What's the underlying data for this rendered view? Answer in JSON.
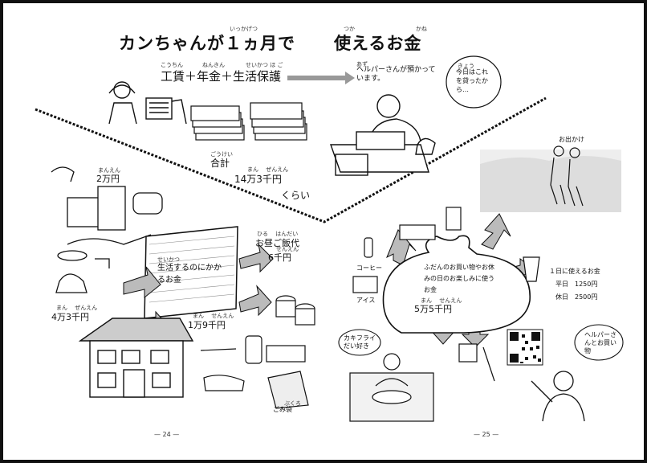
{
  "title": {
    "main": "カンちゃんが１ヵ月で",
    "accent": "使えるお金",
    "ruby_month": "いっかげつ",
    "ruby_use": "つか",
    "ruby_money": "かね"
  },
  "income": {
    "formula": "工賃＋年金＋生活保護",
    "ruby_wage": "こうちん",
    "ruby_pension": "ねんきん",
    "ruby_welfare": "せいかつ ほ ご",
    "helper_note": "ヘルパーさんが預かっています。",
    "ruby_keep": "あず"
  },
  "bubble_today": {
    "text": "今日はこれを貸ったから…",
    "ruby": "きょう"
  },
  "total": {
    "label": "合計",
    "ruby": "ごうけい",
    "amount": "14万3千円",
    "approx": "くらい",
    "ruby_amount": "まん　 ぜんえん"
  },
  "left": {
    "utilities": "2万円",
    "utilities_ruby": "まんえん",
    "living_label": "生活するのにかかるお金",
    "living_ruby": "せいかつ",
    "lunch": "お昼ご飯代",
    "lunch_ruby": "ひる　 はんだい",
    "lunch_amount": "6千円",
    "lunch_amount_ruby": "せんえん",
    "rent": "4万3千円",
    "rent_ruby": "まん　 ぜんえん",
    "daily": "1万9千円",
    "daily_ruby": "まん　 せんえん",
    "garbage_bag": "ごみ袋",
    "garbage_ruby": "ぶくろ"
  },
  "right": {
    "outing": "お出かけ",
    "coffee": "コーヒー",
    "ice": "アイス",
    "bag_text": "ふだんのお買い物やお休みの日のお楽しみに使うお金",
    "bag_amount": "5万5千円",
    "bag_amount_ruby": "まん　 せんえん",
    "daily_use_title": "１日に使えるお金",
    "weekday": "平日",
    "weekday_amount": "1250円",
    "holiday": "休日",
    "holiday_amount": "2500円",
    "kakifry": "カキフライだい好き",
    "helper_shopping": "ヘルパーさんとお買い物"
  },
  "page_numbers": {
    "left": "— 24 —",
    "right": "— 25 —"
  }
}
